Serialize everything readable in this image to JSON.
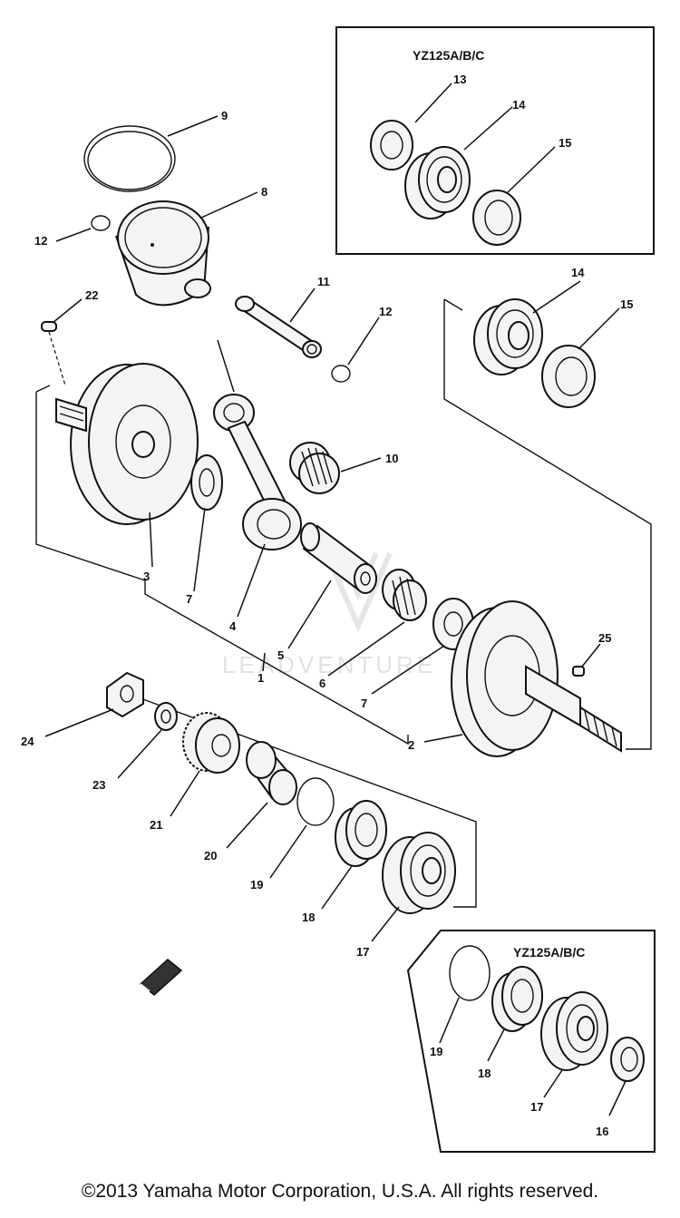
{
  "insets": {
    "top_title": "YZ125A/B/C",
    "bottom_title": "YZ125A/B/C"
  },
  "callouts": {
    "n1": "1",
    "n2": "2",
    "n3": "3",
    "n4": "4",
    "n5": "5",
    "n6": "6",
    "n7a": "7",
    "n7b": "7",
    "n8": "8",
    "n9": "9",
    "n10": "10",
    "n11": "11",
    "n12a": "12",
    "n12b": "12",
    "n13": "13",
    "n14a": "14",
    "n14b": "14",
    "n15a": "15",
    "n15b": "15",
    "n16": "16",
    "n17a": "17",
    "n17b": "17",
    "n18a": "18",
    "n18b": "18",
    "n19a": "19",
    "n19b": "19",
    "n20": "20",
    "n21": "21",
    "n22": "22",
    "n23": "23",
    "n24": "24",
    "n25": "25"
  },
  "watermark": "LEADVENTURE",
  "footer": {
    "copyright": "©2013 Yamaha Motor Corporation, U.S.A. All rights reserved."
  }
}
